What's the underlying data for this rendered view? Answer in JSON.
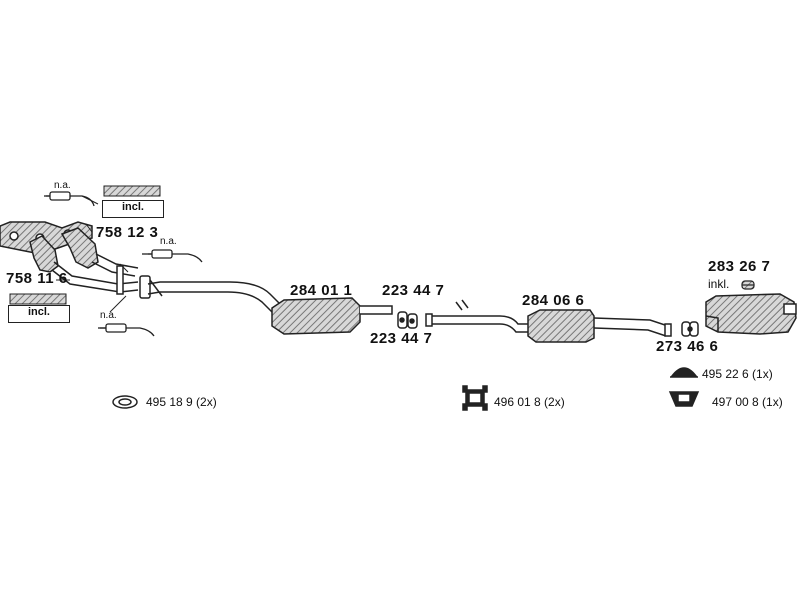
{
  "parts": {
    "p758_12_3": "758 12 3",
    "p758_11_6": "758 11 6",
    "p284_01_1": "284 01 1",
    "p223_44_7_top": "223 44 7",
    "p223_44_7_bottom": "223 44 7",
    "p284_06_6": "284 06 6",
    "p283_26_7": "283 26 7",
    "p273_46_6": "273 46 6"
  },
  "notes": {
    "na_top": "n.a.",
    "na_mid": "n.a.",
    "na_bottom": "n.a.",
    "incl_top": "incl.",
    "incl_left": "incl.",
    "inkl": "inkl."
  },
  "accessories": {
    "a495_22_6": "495 22 6  (1x)",
    "a495_18_9": "495 18 9  (2x)",
    "a496_01_8": "496 01 8  (2x)",
    "a497_00_8": "497 00 8  (1x)"
  }
}
